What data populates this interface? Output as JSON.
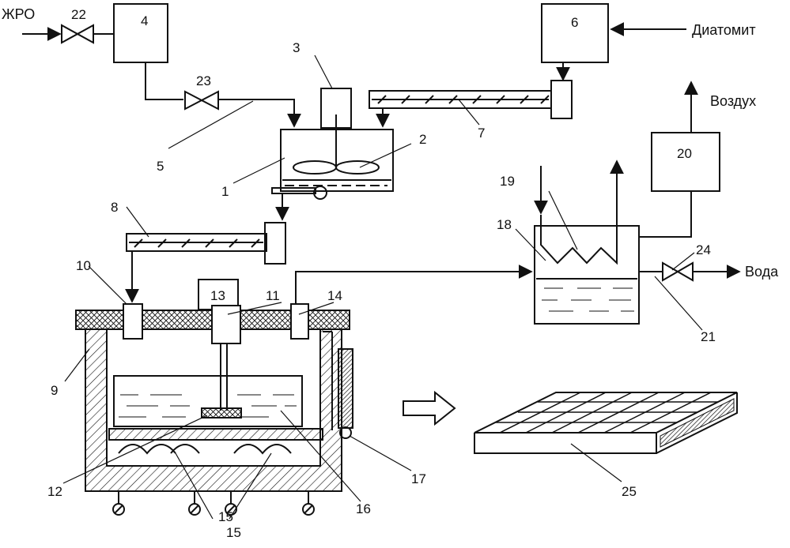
{
  "labels": {
    "jro": "ЖРО",
    "diatomite": "Диатомит",
    "air": "Воздух",
    "water": "Вода"
  },
  "numbers": {
    "n1": "1",
    "n2": "2",
    "n3": "3",
    "n4": "4",
    "n5": "5",
    "n6": "6",
    "n7": "7",
    "n8": "8",
    "n9": "9",
    "n10": "10",
    "n11": "11",
    "n12": "12",
    "n13": "13",
    "n14": "14",
    "n15a": "15",
    "n15b": "15",
    "n16": "16",
    "n17": "17",
    "n18": "18",
    "n19": "19",
    "n20": "20",
    "n21": "21",
    "n22": "22",
    "n23": "23",
    "n24": "24",
    "n25": "25"
  },
  "colors": {
    "line": "#111111",
    "background": "#ffffff"
  }
}
